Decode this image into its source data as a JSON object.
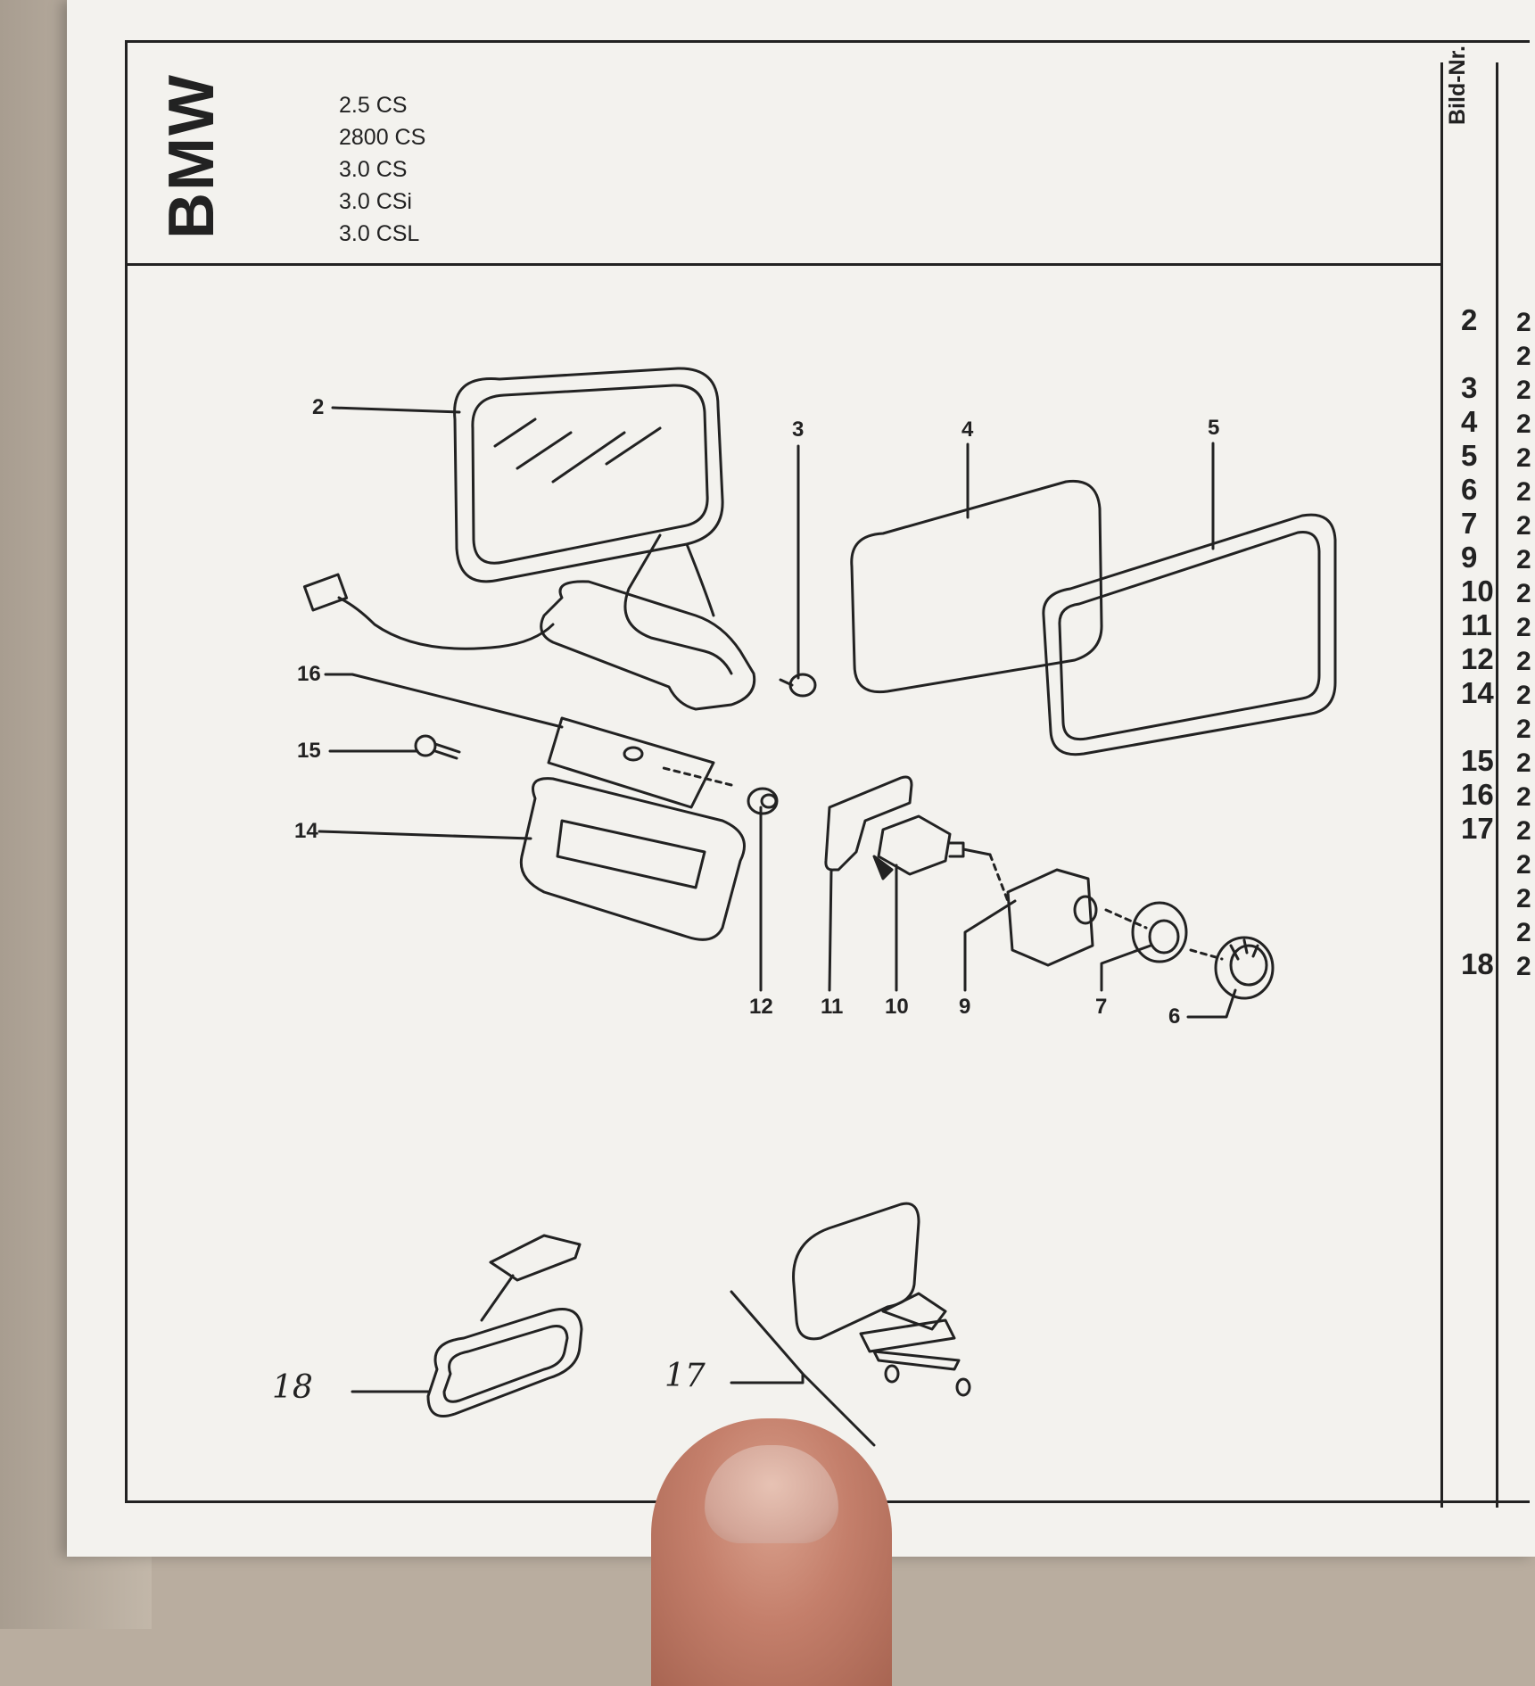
{
  "brand": "BMW",
  "models": [
    "2.5 CS",
    "2800 CS",
    "3.0 CS",
    "3.0 CSi",
    "3.0 CSL"
  ],
  "column_header": "Bild-Nr.",
  "bild_numbers": [
    "2",
    "3",
    "4",
    "5",
    "6",
    "7",
    "9",
    "10",
    "11",
    "12",
    "14",
    "15",
    "16",
    "17",
    "18"
  ],
  "continuation_marks": [
    "2",
    "2",
    "2",
    "2",
    "2",
    "2",
    "2",
    "2",
    "2",
    "2",
    "2",
    "2",
    "2",
    "2",
    "2",
    "2",
    "2",
    "2",
    "2",
    "2"
  ],
  "diagram_callouts": [
    "2",
    "3",
    "4",
    "5",
    "16",
    "15",
    "14",
    "12",
    "11",
    "10",
    "9",
    "7",
    "6"
  ],
  "handwritten_callouts": [
    "18",
    "17"
  ]
}
